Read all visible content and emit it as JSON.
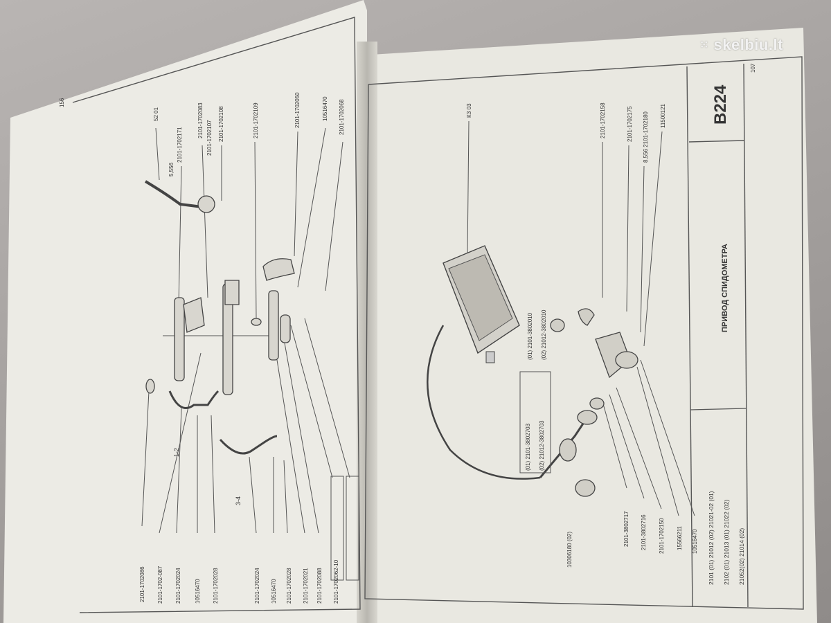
{
  "watermark": {
    "text": "skelbiu.lt",
    "icon": "dots-logo-icon"
  },
  "left_page": {
    "page_number": "156",
    "labels_top": [
      "52 01",
      "2101-1702171",
      "5,556",
      "2101-1702083",
      "2101-1702107",
      "2101-1702108",
      "2101-1702109",
      "2101-1702050",
      "10516470",
      "2101-1702068"
    ],
    "labels_bottom": [
      "2101-1702086",
      "2101-1702-087",
      "2101-1702024",
      "10516470",
      "2101-1702028",
      "2101-1702024",
      "10516470",
      "2101-1702028",
      "2101-1702021",
      "2101-1702088",
      "2101-1702062-10"
    ],
    "gear_marks": [
      "1-2",
      "3-4"
    ]
  },
  "right_page": {
    "page_number": "107",
    "code": "B224",
    "title": "ПРИВОД СПИДОМЕТРА",
    "models": [
      "2101  (01)  21012 (02)  21021-02 (01)",
      "2102  (01)  21013 (01)  21022       (02)",
      "21052(02)  21014 (02)"
    ],
    "labels_top": [
      "2101-1702158",
      "2101-1702175",
      "8,556  2101-1702180",
      "11500121"
    ],
    "instrument_label": "КЗ 03",
    "bracket_labels": [
      "(01)  2101-3802010",
      "(02)  21012-3802010",
      "(01)  2101-3802703",
      "(02)  21012-3802703"
    ],
    "labels_bottom": [
      "10306180  (02)",
      "2101-3802717",
      "2101-3802716",
      "2101-1702150",
      "15566211",
      "10516470"
    ]
  }
}
